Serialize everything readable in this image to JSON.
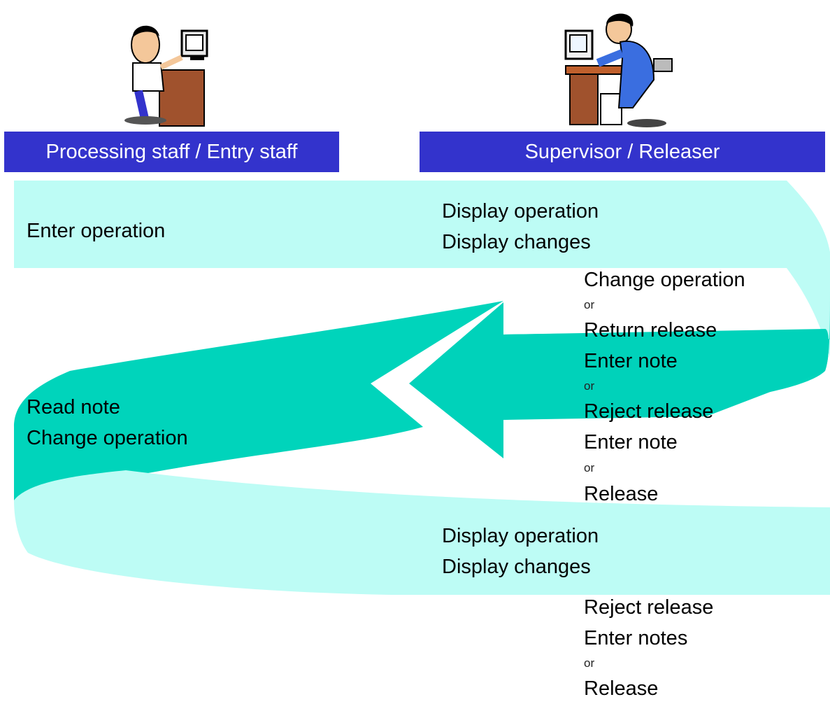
{
  "roles": {
    "left": "Processing staff / Entry staff",
    "right": "Supervisor / Releaser"
  },
  "colors": {
    "banner": "#3333cc",
    "loop_light": "#bdfcf5",
    "loop_dark": "#00d4bb",
    "arrow": "#00d2ba"
  },
  "figures": {
    "left_icon": "person-at-computer-icon",
    "right_icon": "supervisor-at-desk-icon"
  },
  "steps": {
    "enter_operation": "Enter operation",
    "display_1": [
      "Display operation",
      "Display changes"
    ],
    "review_1": [
      "Change operation",
      "or",
      "Return release",
      "Enter note",
      "or",
      "Reject release",
      "Enter note",
      "or",
      "Release"
    ],
    "read_change": [
      "Read note",
      "Change operation"
    ],
    "display_2": [
      "Display operation",
      "Display changes"
    ],
    "review_2": [
      "Reject release",
      "Enter notes",
      "or",
      "Release"
    ]
  }
}
